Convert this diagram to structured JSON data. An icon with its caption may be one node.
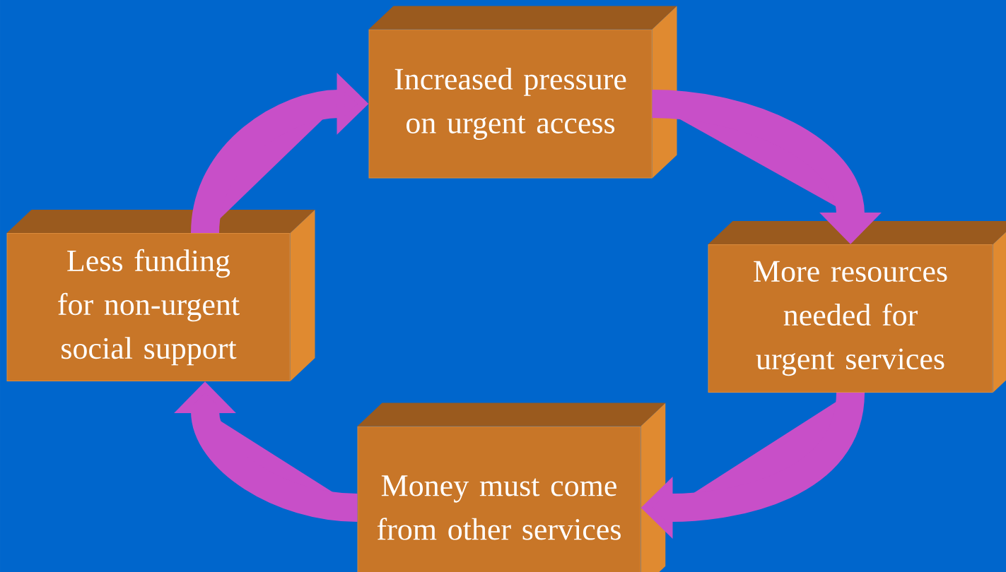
{
  "diagram": {
    "nodes": [
      {
        "text": [
          "Increased pressure on urgent access"
        ]
      },
      {
        "text": [
          "More resources needed for urgent services"
        ]
      },
      {
        "text": [
          "Money must come from other services"
        ]
      },
      {
        "text": [
          "Less funding for non-urgent social support"
        ]
      }
    ],
    "edges": [
      {
        "from": 0,
        "to": 1,
        "arrow": "to"
      },
      {
        "from": 1,
        "to": 2,
        "arrow": "to"
      },
      {
        "from": 2,
        "to": 3,
        "arrow": "to"
      },
      {
        "from": 3,
        "to": 0,
        "arrow": "to"
      }
    ]
  }
}
